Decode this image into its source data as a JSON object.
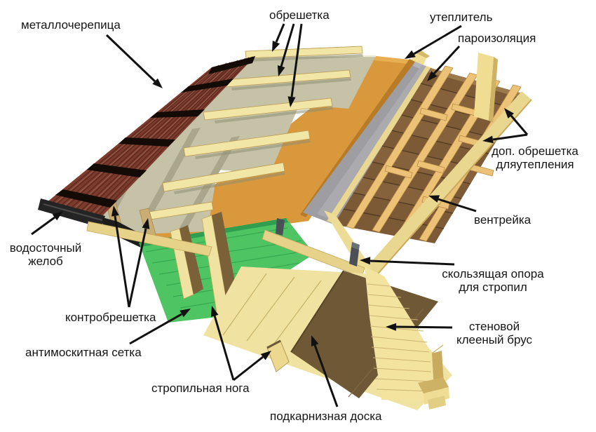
{
  "diagram": {
    "type": "roof-construction-scheme",
    "language": "ru",
    "background": "#ffffff",
    "labels": {
      "metal_tile": {
        "text": "металлочерепица"
      },
      "lathing": {
        "text": "обрешетка"
      },
      "insulation": {
        "text": "утеплитель"
      },
      "vapor_barrier": {
        "text": "пароизоляция"
      },
      "extra_lathing": {
        "line1": "доп. обрешетка",
        "line2": "дляутепления"
      },
      "vent_batten": {
        "text": "вентрейка"
      },
      "sliding_support": {
        "line1": "скользящая опора",
        "line2": "для стропил"
      },
      "wall_beam": {
        "line1": "стеновой",
        "line2": "клееный брус"
      },
      "gutter": {
        "line1": "водосточный",
        "line2": "желоб"
      },
      "counter_lathing": {
        "text": "контробрешетка"
      },
      "mosquito_mesh": {
        "text": "антимоскитная сетка"
      },
      "rafter_leg": {
        "text": "стропильная нога"
      },
      "eave_board": {
        "text": "подкарнизная доска"
      }
    },
    "colors": {
      "metal_tile": "#7b3b2d",
      "tile_row_gap": "#140b07",
      "membrane": "#c5c2a8",
      "lathing_batten": "#f2e6a6",
      "insulation": "#d9983b",
      "vapor_barrier": "#9d9da2",
      "wood_deck": "#7d5a36",
      "vent_batten": "#ecc277",
      "mesh_green": "#4fc463",
      "light_wood": "#f0e2a0",
      "eave_underside": "#6f5836",
      "gutter": "#242424",
      "metal_bracket": "#4b5057",
      "arrow": "#111111",
      "text": "#151515"
    }
  }
}
